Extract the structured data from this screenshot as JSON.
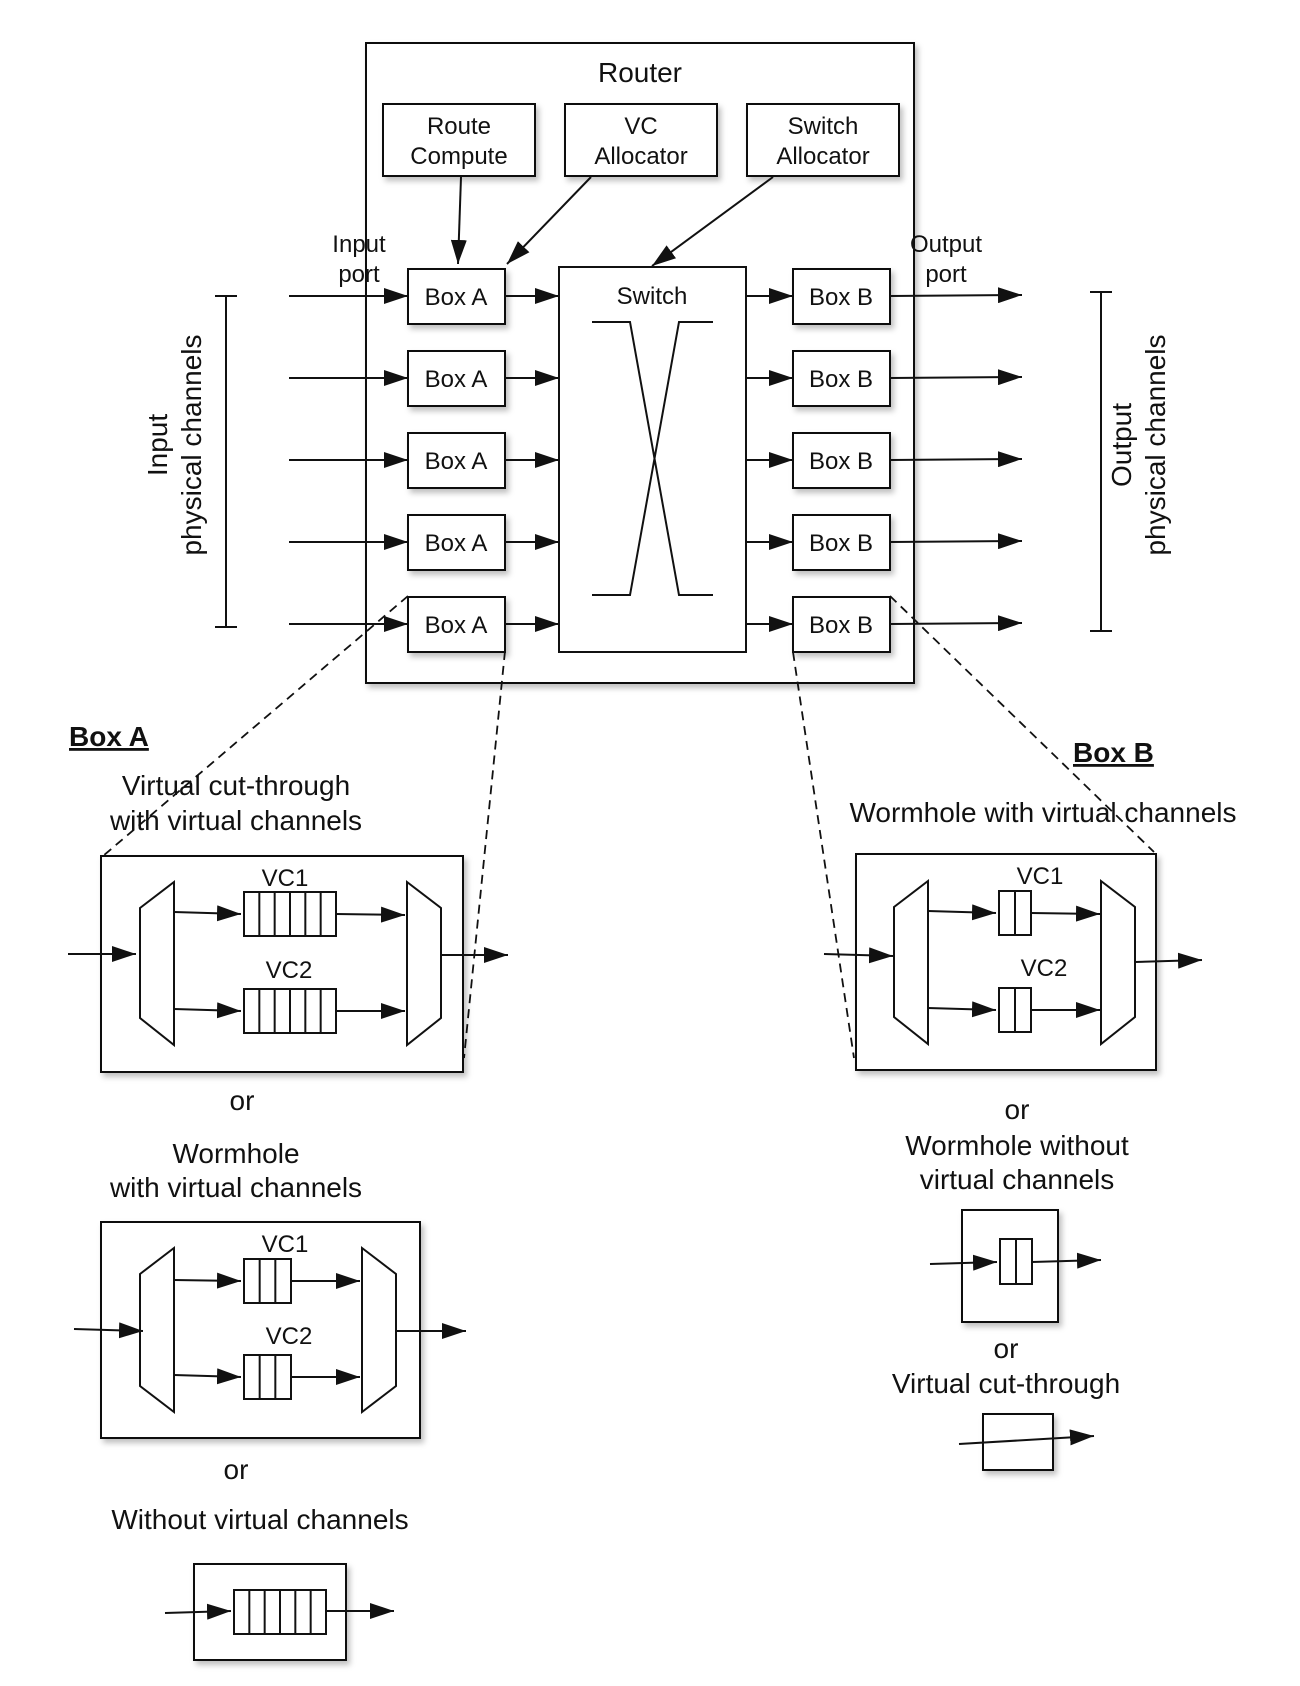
{
  "router": {
    "title": "Router",
    "route_compute": [
      "Route",
      "Compute"
    ],
    "vc_allocator": [
      "VC",
      "Allocator"
    ],
    "switch_allocator": [
      "Switch",
      "Allocator"
    ],
    "switch_label": "Switch",
    "input_port": [
      "Input",
      "port"
    ],
    "output_port": [
      "Output",
      "port"
    ],
    "box_a_label": "Box A",
    "box_b_label": "Box B"
  },
  "side_labels": {
    "input": [
      "Input",
      "physical channels"
    ],
    "output": [
      "Output",
      "physical channels"
    ]
  },
  "box_a": {
    "heading": "Box A",
    "vct_title": [
      "Virtual cut-through",
      "with virtual channels"
    ],
    "or1": "or",
    "wormhole_title": [
      "Wormhole",
      "with virtual channels"
    ],
    "or2": "or",
    "without_title": "Without virtual channels",
    "vc1": "VC1",
    "vc2": "VC2"
  },
  "box_b": {
    "heading": "Box B",
    "wormhole_vc_title": "Wormhole with virtual channels",
    "or1": "or",
    "wormhole_novc_title": [
      "Wormhole without",
      "virtual channels"
    ],
    "or2": "or",
    "vct_title": "Virtual cut-through",
    "vc1": "VC1",
    "vc2": "VC2"
  }
}
